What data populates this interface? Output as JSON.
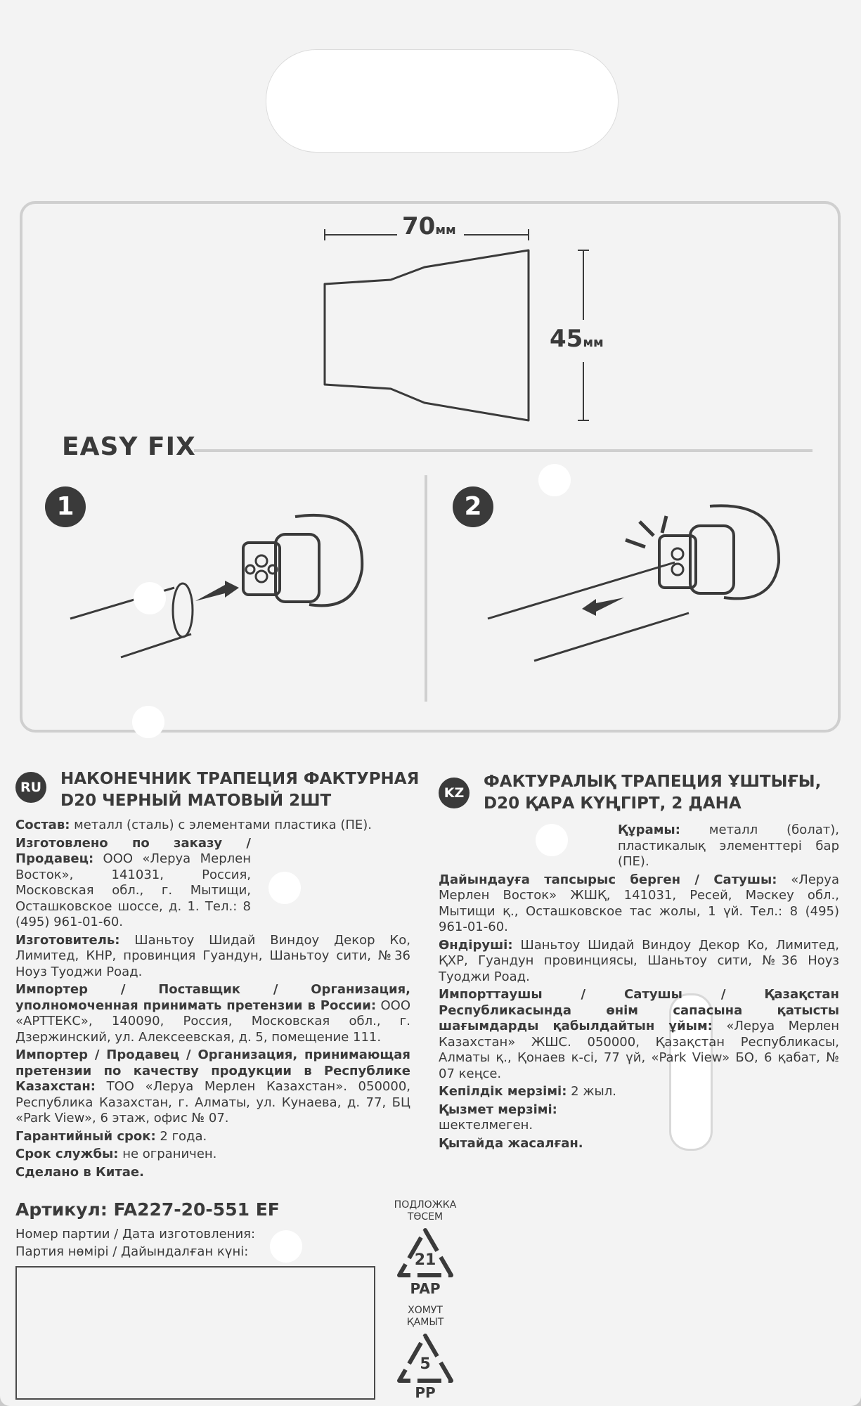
{
  "diagram": {
    "width_value": "70",
    "width_unit": "мм",
    "height_value": "45",
    "height_unit": "мм",
    "easy_fix": "EASY FIX",
    "step1": "1",
    "step2": "2"
  },
  "ru": {
    "badge": "RU",
    "title1": "НАКОНЕЧНИК ТРАПЕЦИЯ ФАКТУРНАЯ",
    "title2": "D20 ЧЕРНЫЙ МАТОВЫЙ 2ШТ",
    "sostav_label": "Состав:",
    "sostav_value": " металл (сталь) с элементами пластика (ПЕ).",
    "made_for_label": "Изготовлено по заказу / Продавец:",
    "made_for_value": " ООО «Леруа Мерлен Восток», 141031, Россия, Московская обл., г. Мытищи, Осташковское шоссе, д. 1. Тел.: 8 (495) 961-01-60.",
    "maker_label": "Изготовитель:",
    "maker_value": " Шаньтоу Шидай Виндоу Декор Ко, Лимитед, КНР, провинция Гуандун, Шаньтоу сити, №36 Ноуз Туоджи Роад.",
    "importer_ru_label": "Импортер / Поставщик / Организация, уполномоченная принимать претензии в России:",
    "importer_ru_value": " ООО «АРТТЕКС», 140090, Россия, Московская обл., г. Дзержинский, ул. Алексеевская, д. 5, помещение 111.",
    "importer_kz_label": "Импортер / Продавец / Организация, принимающая претензии по качеству продукции в Республике Казахстан:",
    "importer_kz_value": " ТОО «Леруа Мерлен Казахстан». 050000, Республика Казахстан, г. Алматы, ул. Кунаева, д. 77, БЦ «Park View», 6 этаж, офис № 07.",
    "warranty_label": "Гарантийный срок:",
    "warranty_value": " 2 года.",
    "service_label": "Срок службы:",
    "service_value": " не ограничен.",
    "origin": "Сделано в Китае."
  },
  "kz": {
    "badge": "KZ",
    "title1": "ФАКТУРАЛЫҚ ТРАПЕЦИЯ ҰШТЫҒЫ,",
    "title2": "D20 ҚАРА КҮҢГІРТ, 2 ДАНА",
    "sostav_label": "Құрамы:",
    "sostav_value": " металл (болат), пластикалық элементтері бар (ПЕ).",
    "made_for_label": "Дайындауға тапсырыс берген / Сатушы:",
    "made_for_value": " «Леруа Мерлен Восток» ЖШҚ, 141031, Ресей, Мәскеу обл., Мытищи қ., Осташковское тас жолы, 1 үй. Тел.: 8 (495) 961-01-60.",
    "maker_label": "Өндіруші:",
    "maker_value": " Шаньтоу Шидай Виндоу Декор Ко, Лимитед, ҚХР, Гуандун провинциясы, Шаньтоу сити, №36 Ноуз Туоджи Роад.",
    "importer_label": "Импорттаушы / Сатушы / Қазақстан Республикасында өнім сапасына қатысты шағымдарды қабылдайтын ұйым:",
    "importer_value": " «Леруа Мерлен Казахстан» ЖШС. 050000, Қазақстан Республикасы, Алматы қ., Қонаев к-сі, 77 үй, «Park View» БО, 6 қабат, № 07 кеңсе.",
    "warranty_label": "Кепілдік мерзімі:",
    "warranty_value": " 2 жыл.",
    "service_label": "Қызмет мерзімі:",
    "service_value": " шектелмеген.",
    "origin": "Қытайда жасалған."
  },
  "footer": {
    "article": "Артикул: FA227-20-551 EF",
    "batch_ru": "Номер партии / Дата изготовления:",
    "batch_kz": "Партия нөмірі / Дайындалған күні:",
    "recycle1_label1": "ПОДЛОЖКА",
    "recycle1_label2": "ТӨСЕМ",
    "recycle1_number": "21",
    "recycle1_code": "PAP",
    "recycle2_label1": "ХОМУТ",
    "recycle2_label2": "ҚАМЫТ",
    "recycle2_number": "5",
    "recycle2_code": "PP"
  }
}
